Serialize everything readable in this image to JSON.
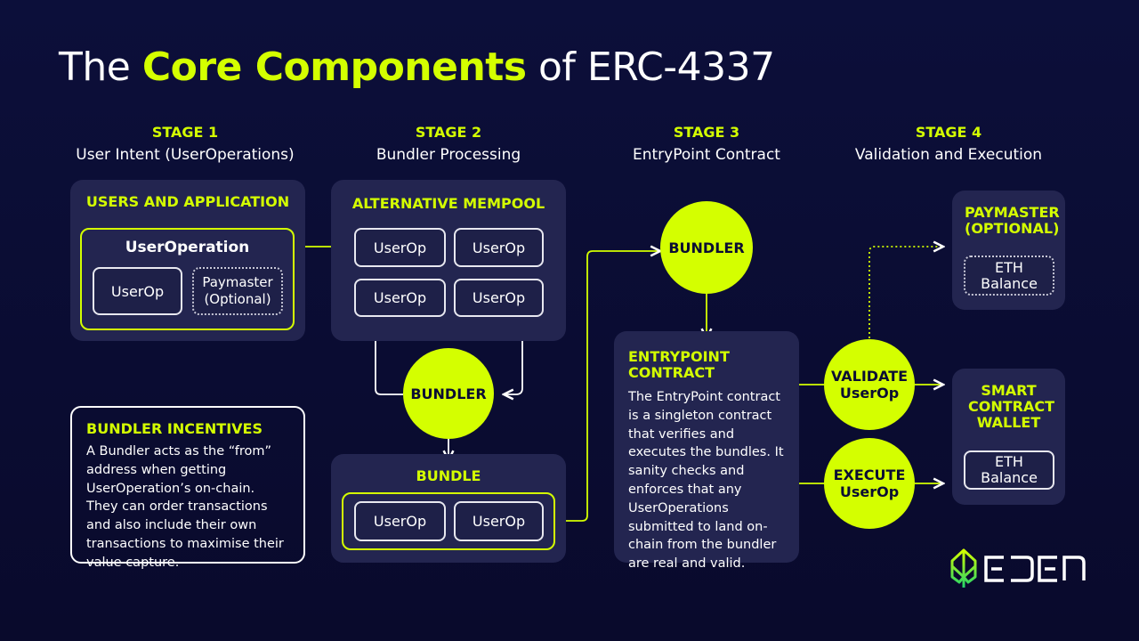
{
  "title": {
    "pre": "The ",
    "highlight": "Core Components",
    "post": " of ERC-4337"
  },
  "stages": [
    {
      "number": "STAGE 1",
      "subtitle": "User Intent (UserOperations)"
    },
    {
      "number": "STAGE 2",
      "subtitle": "Bundler Processing"
    },
    {
      "number": "STAGE 3",
      "subtitle": "EntryPoint Contract"
    },
    {
      "number": "STAGE 4",
      "subtitle": "Validation and Execution"
    }
  ],
  "users_panel": {
    "heading": "USERS AND APPLICATION",
    "group_title": "UserOperation",
    "userop": "UserOp",
    "paymaster": "Paymaster (Optional)"
  },
  "mempool": {
    "heading": "ALTERNATIVE MEMPOOL",
    "items": [
      "UserOp",
      "UserOp",
      "UserOp",
      "UserOp"
    ]
  },
  "bundler_stage2": "BUNDLER",
  "bundle": {
    "heading": "BUNDLE",
    "items": [
      "UserOp",
      "UserOp"
    ]
  },
  "incentives": {
    "heading": "BUNDLER INCENTIVES",
    "body": "A Bundler acts as the “from” address when getting UserOperation’s on-chain. They can order transactions and also include their own transactions to maximise their value capture."
  },
  "bundler_stage3": "BUNDLER",
  "entrypoint": {
    "heading": "ENTRYPOINT CONTRACT",
    "body": "The EntryPoint contract is a singleton contract that verifies and executes the bundles. It sanity checks and enforces that any UserOperations submitted to land on-chain from the bundler are real and valid."
  },
  "validate": "VALIDATE UserOp",
  "execute": "EXECUTE UserOp",
  "paymaster_panel": {
    "heading": "PAYMASTER (OPTIONAL)",
    "balance": "ETH Balance"
  },
  "wallet_panel": {
    "heading": "SMART CONTRACT WALLET",
    "balance": "ETH Balance"
  },
  "logo": {
    "text": "EDEN"
  },
  "colors": {
    "accent": "#d4ff00",
    "background": "#0b0d33",
    "panel": "#232550"
  }
}
